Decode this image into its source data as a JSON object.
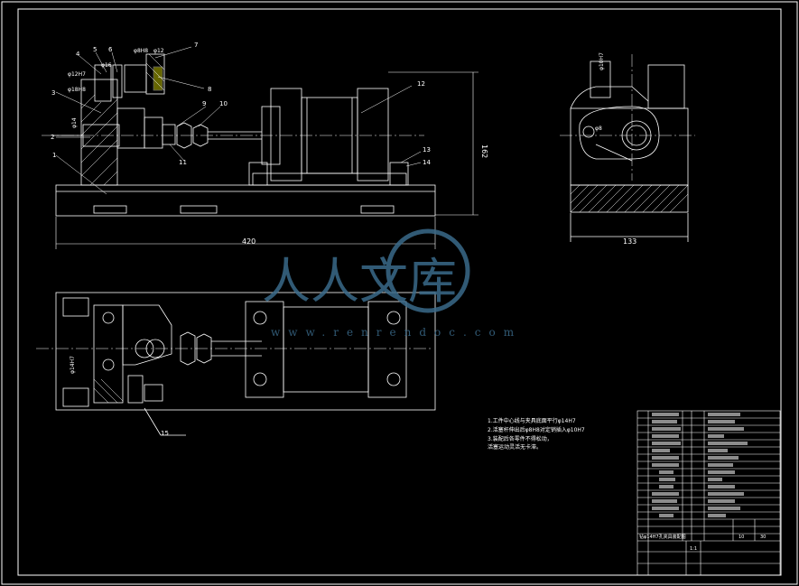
{
  "drawing": {
    "balloons": [
      "1",
      "2",
      "3",
      "4",
      "5",
      "6",
      "7",
      "8",
      "9",
      "10",
      "11",
      "12",
      "13",
      "14",
      "15"
    ],
    "dimensions": {
      "length": "420",
      "height": "162",
      "side_width": "133"
    },
    "callouts": [
      "φ16",
      "φ8H8",
      "φ12H7",
      "φ12",
      "φ18H8",
      "φ14",
      "φ8",
      "φ10H7",
      "φ14H7"
    ],
    "tech_notes": [
      "1.工件中心线与夹具底面平行φ14H7",
      "2.活塞杆伸出后φ8H8对定销插入φ10H7",
      "3.装配后各零件不得松动，",
      "活塞运动灵活无卡滞。"
    ],
    "title_block": {
      "bottom_note": "钻φ14H7孔夹具装配图",
      "scale": "1:1",
      "sheet": "10",
      "total": "30"
    }
  },
  "watermark": {
    "text": "人人文库",
    "url": "www.renrendoc.com",
    "color": "#3a6a8a"
  },
  "colors": {
    "background": "#000000",
    "lines": "#ffffff",
    "accent": "#ffff00"
  }
}
